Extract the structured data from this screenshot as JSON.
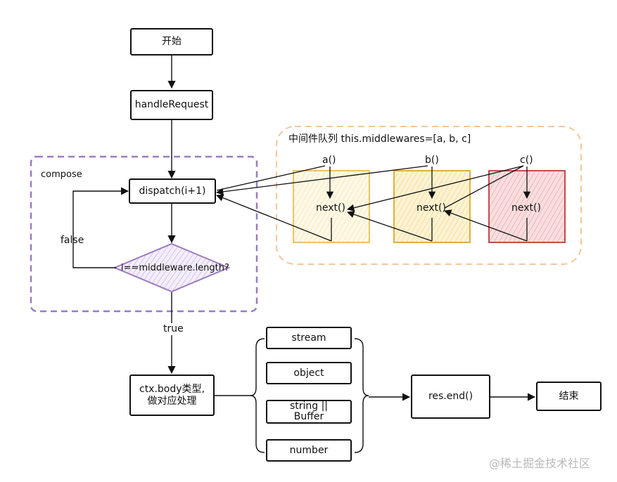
{
  "nodes": {
    "start": "开始",
    "handle_request": "handleRequest",
    "dispatch": "dispatch(i+1)",
    "decision": "i==middleware.length?",
    "ctx_body": "ctx.body类型,\n做对应处理",
    "res_end": "res.end()",
    "end": "结束"
  },
  "edges": {
    "false_label": "false",
    "true_label": "true"
  },
  "compose": {
    "label": "compose",
    "color": "#9b7bbf"
  },
  "queue": {
    "label": "中间件队列 this.middlewares=[a, b, c]",
    "color": "#f2c79a",
    "items": [
      {
        "call": "a()",
        "next": "next()",
        "color": "#e8c463",
        "fill": "#fbf3d6"
      },
      {
        "call": "b()",
        "next": "next()",
        "color": "#dcb23a",
        "fill": "#fbecc0"
      },
      {
        "call": "c()",
        "next": "next()",
        "color": "#c94a4a",
        "fill": "#f5cccc"
      }
    ]
  },
  "body_types": [
    "stream",
    "object",
    "string ||\nBuffer",
    "number"
  ],
  "watermark": "@稀土掘金技术社区"
}
